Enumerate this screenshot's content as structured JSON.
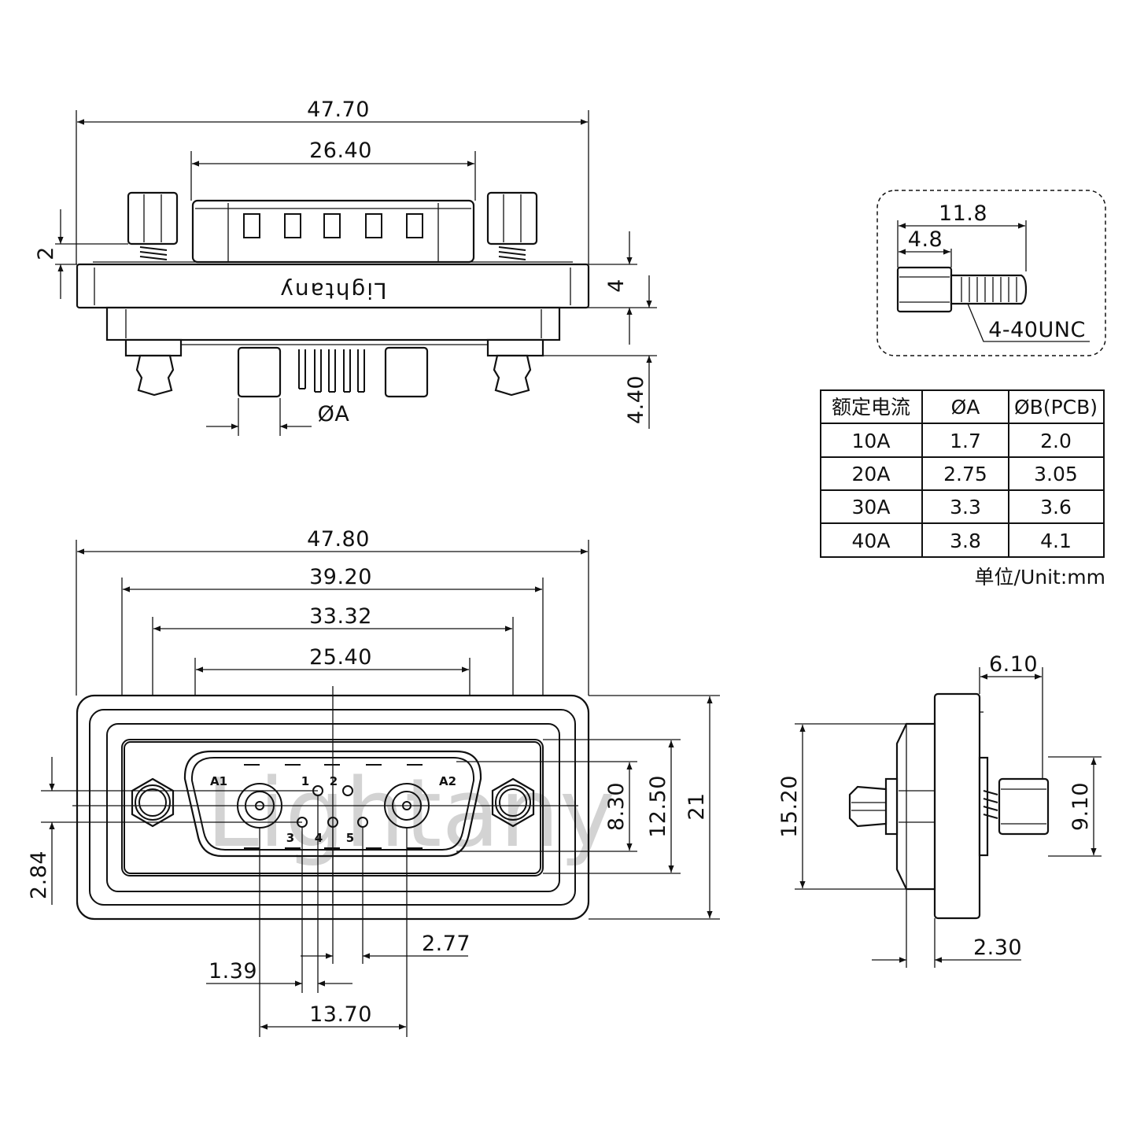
{
  "brand": {
    "front_text": "Lightany",
    "watermark": "Lightany"
  },
  "top_view": {
    "overall_width": "47.70",
    "shell_width": "26.40",
    "flange_thickness": "2",
    "body_height": "4",
    "pin_length": "4.40",
    "pin_diameter": "ØA"
  },
  "front_view": {
    "overall_width": "47.80",
    "mount_hole_spacing": "39.20",
    "inner_width": "33.32",
    "contact_row_width": "25.40",
    "shell_height": "8.30",
    "inner_height": "12.50",
    "overall_height": "21",
    "row_offset": "2.84",
    "signal_pitch": "2.77",
    "signal_offset": "1.39",
    "power_pitch": "13.70",
    "pin_labels": [
      "A1",
      "1",
      "2",
      "A2",
      "3",
      "4",
      "5"
    ]
  },
  "side_view": {
    "flange_depth": "6.10",
    "height": "15.20",
    "screw_height": "9.10",
    "panel_offset": "2.30"
  },
  "screw_detail": {
    "length": "11.8",
    "hex_length": "4.8",
    "thread": "4-40UNC"
  },
  "current_table": {
    "headers": [
      "额定电流",
      "ØA",
      "ØB(PCB)"
    ],
    "rows": [
      [
        "10A",
        "1.7",
        "2.0"
      ],
      [
        "20A",
        "2.75",
        "3.05"
      ],
      [
        "30A",
        "3.3",
        "3.6"
      ],
      [
        "40A",
        "3.8",
        "4.1"
      ]
    ],
    "unit_note": "单位/Unit:mm"
  }
}
